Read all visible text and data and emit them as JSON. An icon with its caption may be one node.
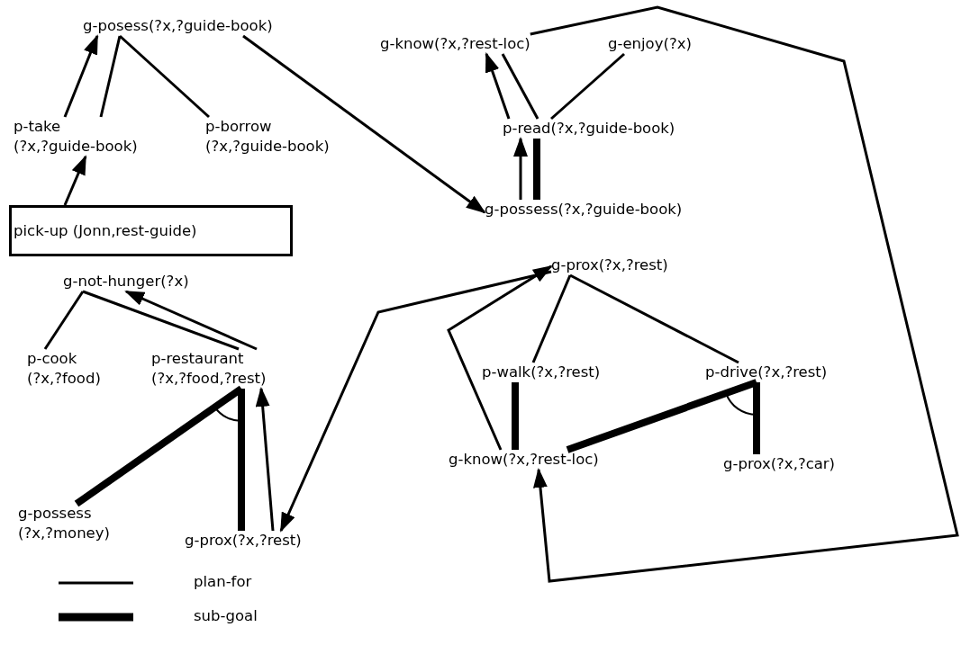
{
  "diagram": {
    "nodes": [
      {
        "text": [
          "g-posess(?x,?guide-book)"
        ]
      },
      {
        "text": [
          "p-take (?x,?guide-book)"
        ]
      },
      {
        "text": [
          "p-borrow (?x,?guide-book)"
        ]
      },
      {
        "text": [
          "pick-up (Jonn,rest-guide)"
        ]
      },
      {
        "text": [
          "g-know(?x,?rest-loc)"
        ]
      },
      {
        "text": [
          "g-enjoy(?x)"
        ]
      },
      {
        "text": [
          "p-read(?x,?guide-book)"
        ]
      },
      {
        "text": [
          "g-possess(?x,?guide-book)"
        ]
      },
      {
        "text": [
          "g-not-hunger(?x)"
        ]
      },
      {
        "text": [
          "p-cook (?x,?food)"
        ]
      },
      {
        "text": [
          "p-restaurant (?x,?food,?rest)"
        ]
      },
      {
        "text": [
          "g-possess (?x,?money)"
        ]
      },
      {
        "text": [
          "g-prox(?x,?rest)"
        ]
      },
      {
        "text": [
          "g-prox(?x,?rest)"
        ]
      },
      {
        "text": [
          "p-walk(?x,?rest)"
        ]
      },
      {
        "text": [
          "p-drive(?x,?rest)"
        ]
      },
      {
        "text": [
          "g-know(?x,?rest-loc)"
        ]
      },
      {
        "text": [
          "g-prox(?x,?car)"
        ]
      }
    ],
    "edges": [
      {
        "from": 1,
        "to": 0,
        "arrow": "to"
      },
      {
        "from": 0,
        "to": 1,
        "arrow": "none"
      },
      {
        "from": 0,
        "to": 2,
        "arrow": "none"
      },
      {
        "from": 3,
        "to": 1,
        "arrow": "to"
      },
      {
        "from": 0,
        "to": 7,
        "arrow": "to"
      },
      {
        "from": 6,
        "to": 4,
        "arrow": "to"
      },
      {
        "from": 4,
        "to": 6,
        "arrow": "none"
      },
      {
        "from": 5,
        "to": 6,
        "arrow": "none"
      },
      {
        "from": 7,
        "to": 6,
        "arrow": "to"
      },
      {
        "from": 7,
        "to": 6,
        "arrow": "none",
        "style": "thick"
      },
      {
        "from": 4,
        "to": 16,
        "arrow": "to"
      },
      {
        "from": 10,
        "to": 8,
        "arrow": "to"
      },
      {
        "from": 8,
        "to": 9,
        "arrow": "none"
      },
      {
        "from": 8,
        "to": 10,
        "arrow": "none"
      },
      {
        "from": 10,
        "to": 11,
        "arrow": "none",
        "style": "thick"
      },
      {
        "from": 10,
        "to": 12,
        "arrow": "none",
        "style": "thick"
      },
      {
        "from": 12,
        "to": 10,
        "arrow": "to"
      },
      {
        "from": 13,
        "to": 12,
        "arrow": "to"
      },
      {
        "from": 16,
        "to": 13,
        "arrow": "to"
      },
      {
        "from": 13,
        "to": 14,
        "arrow": "none"
      },
      {
        "from": 13,
        "to": 15,
        "arrow": "none"
      },
      {
        "from": 14,
        "to": 16,
        "arrow": "none",
        "style": "thick"
      },
      {
        "from": 15,
        "to": 16,
        "arrow": "none",
        "style": "thick"
      },
      {
        "from": 15,
        "to": 17,
        "arrow": "none",
        "style": "thick"
      }
    ],
    "legend": [
      {
        "text": "plan-for"
      },
      {
        "text": "sub-goal"
      }
    ]
  }
}
